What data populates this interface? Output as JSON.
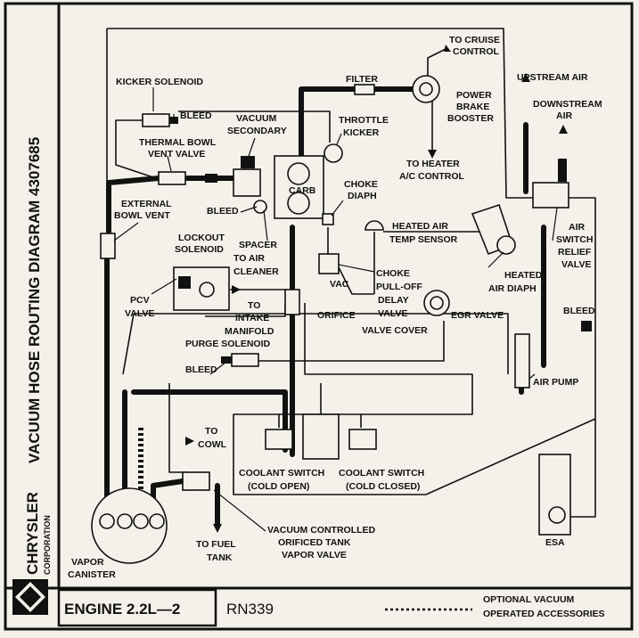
{
  "title": "VACUUM HOSE ROUTING DIAGRAM 4307685",
  "brand": {
    "name": "CHRYSLER",
    "sub": "CORPORATION"
  },
  "footer": {
    "engine": "ENGINE 2.2L—2",
    "code": "RN339",
    "legend_line1": "OPTIONAL VACUUM",
    "legend_line2": "OPERATED ACCESSORIES"
  },
  "labels": {
    "to_cruise_1": "TO CRUISE",
    "to_cruise_2": "CONTROL",
    "filter": "FILTER",
    "power_1": "POWER",
    "power_2": "BRAKE",
    "power_3": "BOOSTER",
    "upstream_air": "UPSTREAM AIR",
    "downstream_1": "DOWNSTREAM",
    "downstream_2": "AIR",
    "kicker_solenoid": "KICKER SOLENOID",
    "bleed_1": "BLEED",
    "vacuum_sec_1": "VACUUM",
    "vacuum_sec_2": "SECONDARY",
    "throttle_1": "THROTTLE",
    "throttle_2": "KICKER",
    "thermal_1": "THERMAL BOWL",
    "thermal_2": "VENT VALVE",
    "to_heater_1": "TO HEATER",
    "to_heater_2": "A/C CONTROL",
    "carb": "CARB",
    "choke_diaph_1": "CHOKE",
    "choke_diaph_2": "DIAPH",
    "external_1": "EXTERNAL",
    "external_2": "BOWL VENT",
    "bleed_2": "BLEED",
    "heated_air_temp_1": "HEATED AIR",
    "heated_air_temp_2": "TEMP SENSOR",
    "air_switch_1": "AIR",
    "air_switch_2": "SWITCH",
    "air_switch_3": "RELIEF",
    "air_switch_4": "VALVE",
    "lockout_1": "LOCKOUT",
    "lockout_2": "SOLENOID",
    "spacer_1": "SPACER",
    "spacer_2": "TO AIR",
    "spacer_3": "CLEANER",
    "heated_air_diaph_1": "HEATED",
    "heated_air_diaph_2": "AIR DIAPH",
    "choke_pull_1": "CHOKE",
    "choke_pull_2": "PULL-OFF",
    "choke_pull_3": "DELAY",
    "choke_pull_4": "VALVE",
    "vac": "VAC",
    "pcv_1": "PCV",
    "pcv_2": "VALVE",
    "to_intake_1": "TO",
    "to_intake_2": "INTAKE",
    "to_intake_3": "MANIFOLD",
    "orifice": "ORIFICE",
    "egr_valve": "EGR VALVE",
    "bleed_3": "BLEED",
    "valve_cover": "VALVE COVER",
    "purge_solenoid": "PURGE SOLENOID",
    "bleed_4": "BLEED",
    "air_pump": "AIR PUMP",
    "to_cowl_1": "TO",
    "to_cowl_2": "COWL",
    "coolant_open_1": "COOLANT SWITCH",
    "coolant_open_2": "(COLD OPEN)",
    "coolant_closed_1": "COOLANT SWITCH",
    "coolant_closed_2": "(COLD CLOSED)",
    "vcotvv_1": "VACUUM CONTROLLED",
    "vcotvv_2": "ORIFICED TANK",
    "vcotvv_3": "VAPOR VALVE",
    "to_fuel_1": "TO FUEL",
    "to_fuel_2": "TANK",
    "vapor_1": "VAPOR",
    "vapor_2": "CANISTER",
    "esa": "ESA"
  }
}
